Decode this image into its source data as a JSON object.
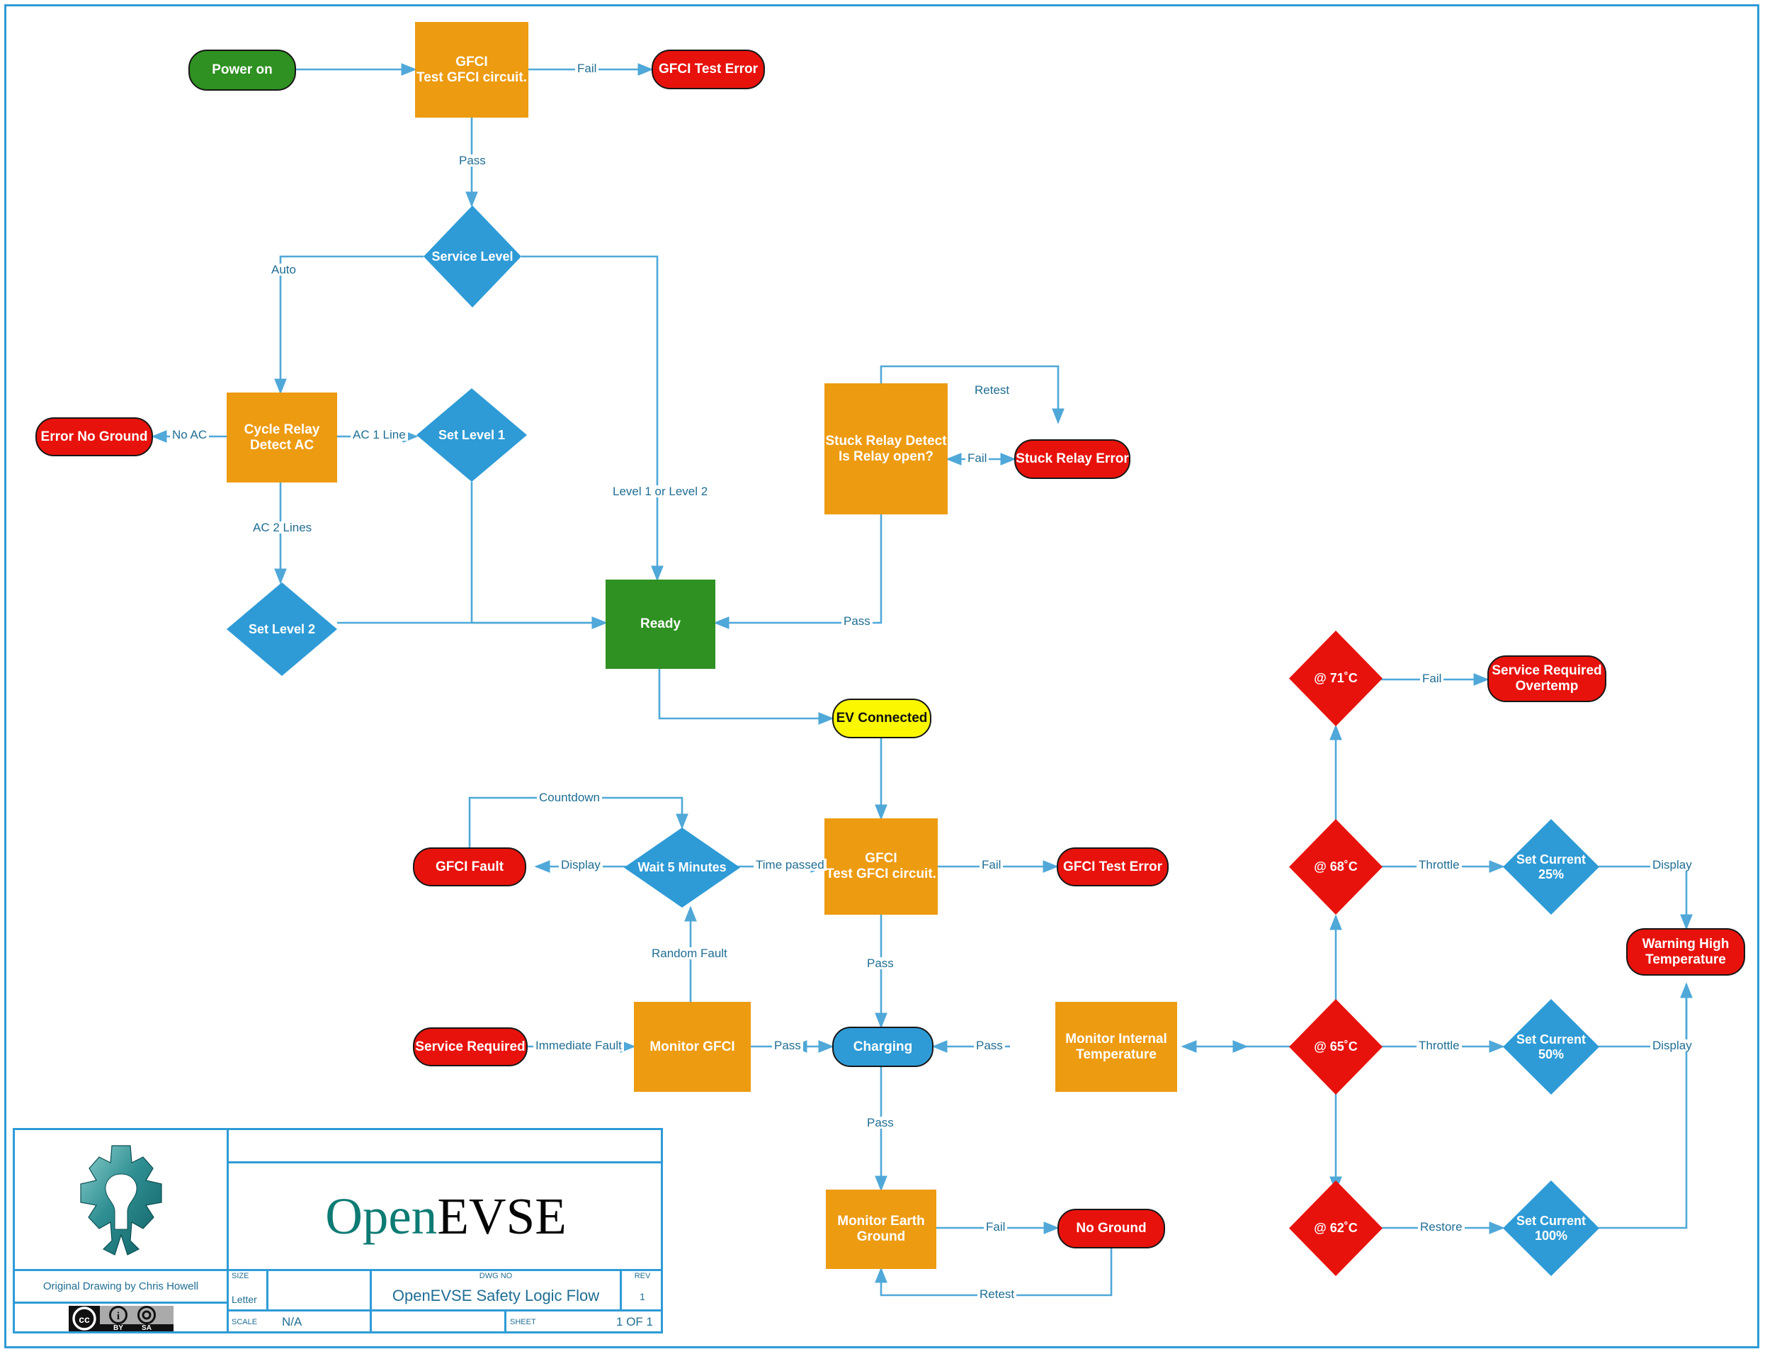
{
  "colors": {
    "wire": "#4FA8D8",
    "wire_label_text": "#1F6E93",
    "orange": "#ED9B11",
    "green": "#2E9121",
    "red": "#E8120C",
    "blue": "#2E9BD6",
    "yellow": "#FAF700",
    "border": "#2E9BD6",
    "brand_teal": "#0D7B73",
    "brand_black": "#050505"
  },
  "nodes": {
    "power_on": "Power on",
    "gfci_test_top": "GFCI\nTest GFCI circuit.",
    "gfci_test_error_top": "GFCI Test Error",
    "service_level": "Service Level",
    "error_no_ground": "Error No Ground",
    "cycle_relay": "Cycle Relay\nDetect AC",
    "set_level_1": "Set Level 1",
    "set_level_2": "Set Level 2",
    "stuck_relay_detect": "Stuck Relay Detect\nIs Relay open?",
    "stuck_relay_error": "Stuck Relay Error",
    "ready": "Ready",
    "ev_connected": "EV Connected",
    "gfci_fault": "GFCI Fault",
    "wait_5_minutes": "Wait 5 Minutes",
    "gfci_test_mid": "GFCI\nTest GFCI circuit.",
    "gfci_test_error_mid": "GFCI Test Error",
    "service_required": "Service Required",
    "monitor_gfci": "Monitor GFCI",
    "charging": "Charging",
    "monitor_internal_temperature": "Monitor Internal\nTemperature",
    "monitor_earth_ground": "Monitor Earth\nGround",
    "no_ground": "No Ground",
    "temp_71": "@ 71˚C",
    "temp_68": "@ 68˚C",
    "temp_65": "@ 65˚C",
    "temp_62": "@ 62˚C",
    "service_required_overtemp": "Service Required\nOvertemp",
    "set_current_25": "Set Current\n25%",
    "set_current_50": "Set Current\n50%",
    "set_current_100": "Set Current\n100%",
    "warning_high_temperature": "Warning High\nTemperature"
  },
  "edges": {
    "fail_1": "Fail",
    "pass_1": "Pass",
    "auto": "Auto",
    "no_ac": "No AC",
    "ac_1_line": "AC 1 Line",
    "ac_2_lines": "AC 2 Lines",
    "level_1_or_2": "Level 1 or Level 2",
    "retest_relay": "Retest",
    "fail_relay": "Fail",
    "pass_relay": "Pass",
    "countdown": "Countdown",
    "display_gfci_fault": "Display",
    "time_passed": "Time passed",
    "fail_gfci_mid": "Fail",
    "pass_gfci_mid": "Pass",
    "random_fault": "Random Fault",
    "immediate_fault": "Immediate Fault",
    "pass_monitor_gfci": "Pass",
    "pass_temp": "Pass",
    "pass_earth": "Pass",
    "fail_earth": "Fail",
    "retest_earth": "Retest",
    "fail_overtemp": "Fail",
    "throttle_68": "Throttle",
    "throttle_65": "Throttle",
    "restore_62": "Restore",
    "display_25": "Display",
    "display_50": "Display"
  },
  "titleblock": {
    "brand_open": "Open",
    "brand_evse": "EVSE",
    "author": "Original Drawing by Chris Howell",
    "size_header": "SIZE",
    "size_value": "Letter",
    "dwg_header": "DWG NO",
    "dwg_value": "OpenEVSE Safety Logic Flow",
    "rev_header": "REV",
    "rev_value": "1",
    "scale_header": "SCALE",
    "scale_value": "N/A",
    "sheet_header": "SHEET",
    "sheet_value": "1 OF 1",
    "license_cc": "CC",
    "license_by": "BY",
    "license_sa": "SA"
  }
}
